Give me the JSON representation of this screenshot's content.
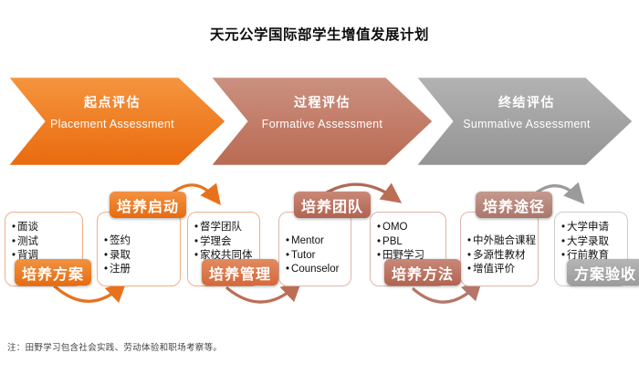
{
  "title": "天元公学国际部学生增值发展计划",
  "stages": [
    {
      "zh": "起点评估",
      "en": "Placement Assessment",
      "color": "#ED7D31"
    },
    {
      "zh": "过程评估",
      "en": "Formative Assessment",
      "color": "#BE7A68"
    },
    {
      "zh": "终结评估",
      "en": "Summative Assessment",
      "color": "#A6A6A6"
    }
  ],
  "steps": [
    {
      "label": "培养方案",
      "label_position": "bottom",
      "stage": 1,
      "items": [
        "面谈",
        "测试",
        "背调"
      ]
    },
    {
      "label": "培养启动",
      "label_position": "top",
      "stage": 1,
      "items": [
        "签约",
        "录取",
        "注册"
      ]
    },
    {
      "label": "培养管理",
      "label_position": "bottom",
      "stage": 1,
      "items": [
        "督学团队",
        "学理会",
        "家校共同体"
      ]
    },
    {
      "label": "培养团队",
      "label_position": "top",
      "stage": 2,
      "items": [
        "Mentor",
        "Tutor",
        "Counselor"
      ]
    },
    {
      "label": "培养方法",
      "label_position": "bottom",
      "stage": 2,
      "items": [
        "OMO",
        "PBL",
        "田野学习"
      ]
    },
    {
      "label": "培养途径",
      "label_position": "top",
      "stage": 2,
      "items": [
        "中外融合课程",
        "多源性教材",
        "增值评价"
      ]
    },
    {
      "label": "方案验收",
      "label_position": "bottom",
      "stage": 3,
      "items": [
        "大学申请",
        "大学录取",
        "行前教育"
      ]
    }
  ],
  "footnote": "注：田野学习包含社会实践、劳动体验和职场考察等。",
  "colors": {
    "stage1_orange": "#ED7D31",
    "stage2_salmon": "#BE7A68",
    "stage3_gray": "#A6A6A6",
    "arrow_orange": "#E8721C",
    "arrow_salmon": "#BC6E55",
    "arrow_rose": "#B5766A",
    "arrow_gray": "#9B9B9B"
  }
}
